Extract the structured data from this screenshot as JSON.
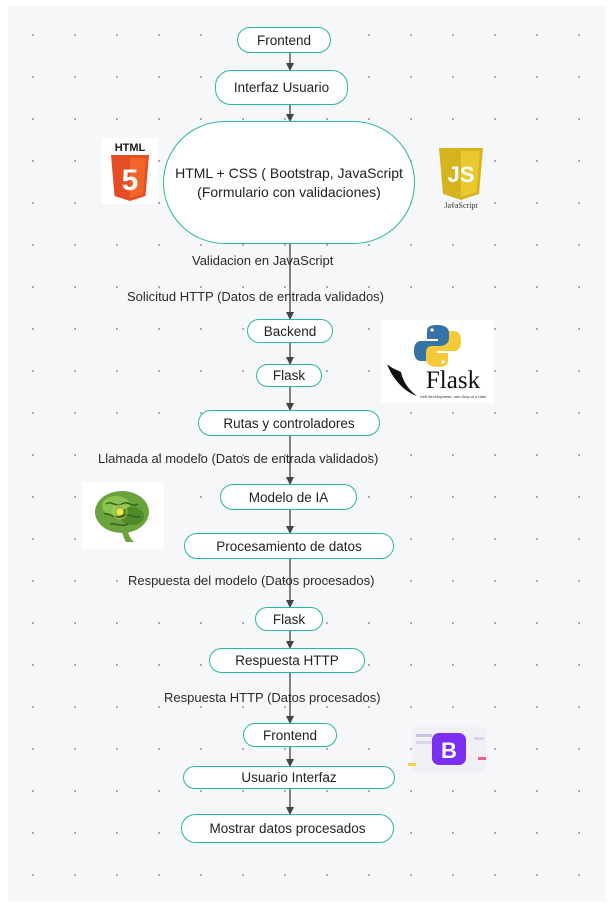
{
  "colors": {
    "accent": "#2bb6a1",
    "line": "#444444"
  },
  "nodes": {
    "frontend_top": "Frontend",
    "interfaz_usuario": "Interfaz Usuario",
    "html_css": "HTML + CSS ( Bootstrap, JavaScript (Formulario con validaciones)",
    "backend": "Backend",
    "flask_1": "Flask",
    "rutas": "Rutas y controladores",
    "modelo_ia": "Modelo de IA",
    "procesamiento": "Procesamiento de datos",
    "flask_2": "Flask",
    "respuesta_http": "Respuesta HTTP",
    "frontend_bottom": "Frontend",
    "usuario_interfaz": "Usuario Interfaz",
    "mostrar": "Mostrar datos procesados"
  },
  "edge_labels": {
    "validacion_js": "Validacion en JavaScript",
    "solicitud_http": "Solicitud HTTP (Datos de entrada validados)",
    "llamada_modelo": "Llamada al modelo (Datos de entrada validados)",
    "respuesta_modelo": "Respuesta del modelo (Datos procesados)",
    "respuesta_http": "Respuesta HTTP (Datos procesados)"
  },
  "logos": {
    "html5": {
      "text": "HTML",
      "glyph": "5",
      "icon": "html5-logo"
    },
    "javascript": {
      "text": "JS",
      "caption": "JavaScript",
      "icon": "javascript-logo"
    },
    "flask": {
      "text": "Flask",
      "tagline": "web development, one drop at a time",
      "icon": "python-flask-logo"
    },
    "brain": {
      "icon": "brain-ai-icon"
    },
    "bootstrap": {
      "text": "B",
      "icon": "bootstrap-logo"
    }
  }
}
